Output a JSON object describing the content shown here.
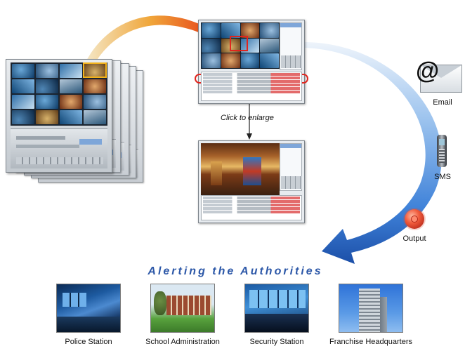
{
  "flow": {
    "enlarge_caption": "Click to enlarge"
  },
  "notifications": [
    {
      "label": "Email",
      "icon": "email-envelope-icon",
      "glyph": "@"
    },
    {
      "label": "SMS",
      "icon": "mobile-phone-icon"
    },
    {
      "label": "Output",
      "icon": "output-alarm-button-icon"
    }
  ],
  "authorities": {
    "title": "Alerting the Authorities",
    "items": [
      {
        "label": "Police Station",
        "icon": "police-station-photo"
      },
      {
        "label": "School Administration",
        "icon": "school-building-photo"
      },
      {
        "label": "Security Station",
        "icon": "security-control-room-photo"
      },
      {
        "label": "Franchise Headquarters",
        "icon": "office-tower-photo"
      }
    ]
  },
  "colors": {
    "headline": "#2d58a8",
    "highlight_red": "#e0251e",
    "highlight_yellow": "#f2b21b",
    "curve_blue": "#2f6fd0",
    "arrow_red": "#e3331f"
  }
}
